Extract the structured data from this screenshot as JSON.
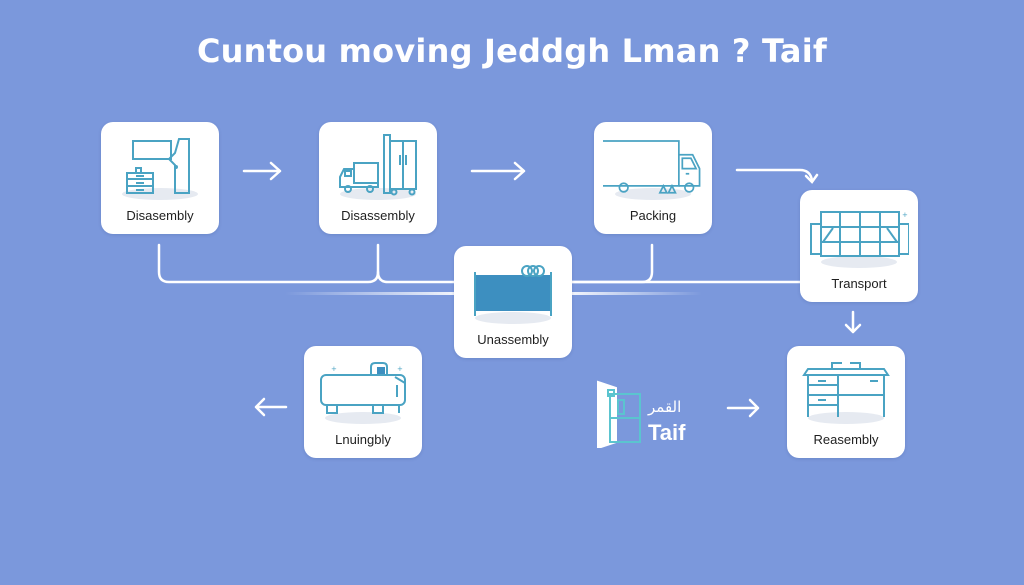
{
  "title": "Cuntou moving Jeddgh Lman ? Taif",
  "colors": {
    "background": "#7b98dc",
    "card": "#ffffff",
    "icon_stroke": "#4aa3c3",
    "icon_fill": "#3d8fc0",
    "connector": "#ffffff"
  },
  "steps": [
    {
      "id": "step-1",
      "label": "Disasembly",
      "icon": "dresser-mirror-wardrobe-icon"
    },
    {
      "id": "step-2",
      "label": "Disassembly",
      "icon": "truck-wardrobe-icon"
    },
    {
      "id": "step-3",
      "label": "Packing",
      "icon": "box-truck-icon"
    },
    {
      "id": "step-4",
      "label": "Transport",
      "icon": "sofa-icon"
    },
    {
      "id": "step-5",
      "label": "Unassembly",
      "icon": "bed-icon"
    },
    {
      "id": "step-6",
      "label": "Lnuingbly",
      "icon": "appliance-icon"
    },
    {
      "id": "step-7",
      "label": "Reasembly",
      "icon": "desk-icon"
    }
  ],
  "destination": {
    "arabic_label": "القمر",
    "label": "Taif",
    "icon": "open-fridge-icon"
  },
  "arrows": [
    {
      "direction": "right",
      "from": "step-1",
      "to": "step-2"
    },
    {
      "direction": "right",
      "from": "step-2",
      "to": "step-3"
    },
    {
      "direction": "right-down",
      "from": "step-3",
      "to": "step-4"
    },
    {
      "direction": "down",
      "from": "step-4",
      "to": "step-7"
    },
    {
      "direction": "left",
      "from": "step-6",
      "to": "outside"
    },
    {
      "direction": "right",
      "from": "destination",
      "to": "step-7"
    }
  ]
}
